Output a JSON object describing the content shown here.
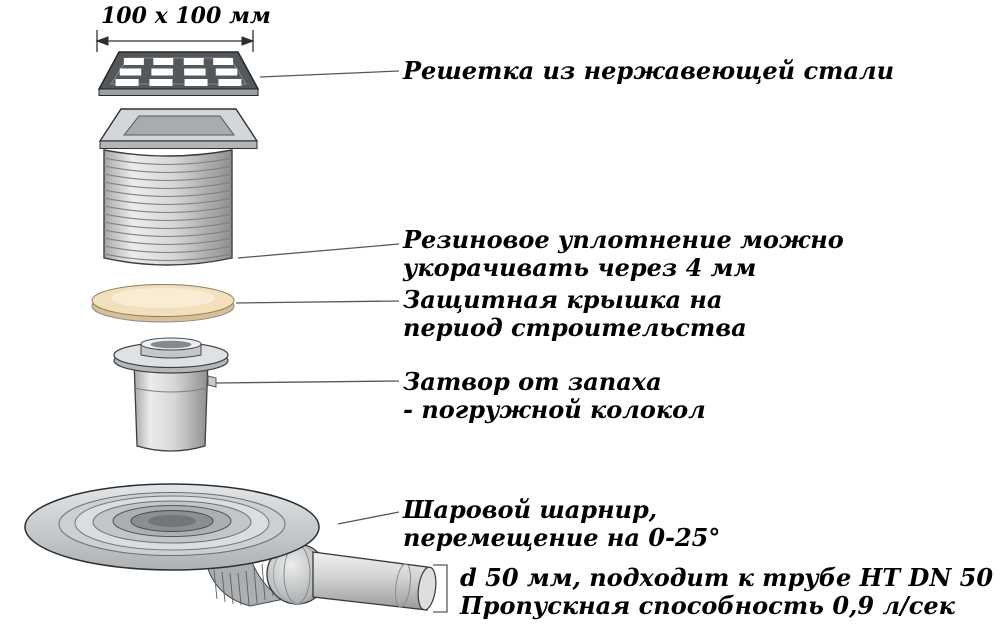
{
  "figure": {
    "type": "exploded-diagram",
    "background": "#ffffff",
    "dimension_label": "100 x 100 мм",
    "callouts": [
      {
        "id": "grate",
        "lines": [
          "Решетка из нержавеющей стали"
        ]
      },
      {
        "id": "seal",
        "lines": [
          "Резиновое уплотнение можно",
          "укорачивать через 4 мм"
        ]
      },
      {
        "id": "cap",
        "lines": [
          "Защитная крышка на",
          "период строительства"
        ]
      },
      {
        "id": "trap",
        "lines": [
          "Затвор от запаха",
          "- погружной колокол"
        ]
      },
      {
        "id": "joint",
        "lines": [
          "Шаровой шарнир,",
          "перемещение на 0-25°"
        ]
      },
      {
        "id": "outlet",
        "lines": [
          "d 50 мм, подходит к трубе HT DN 50",
          "Пропускная способность 0,9 л/сек"
        ]
      }
    ],
    "parts": [
      "stainless-steel-grate",
      "mounting-frame",
      "corrugated-rubber-seal",
      "protective-construction-cap",
      "submersible-bell-odor-trap",
      "drain-body-with-ball-joint",
      "outlet-pipe-d50"
    ],
    "colors": {
      "cap_top": "#f2e0bd",
      "cap_shadow": "#d9bf94",
      "cap_highlight": "#f8ecd4",
      "metal_light": "#e9e9e9",
      "metal_dark": "#8f8f8f",
      "grate_face": "#54585b",
      "line": "#2f2f2f",
      "text": "#000000"
    }
  }
}
